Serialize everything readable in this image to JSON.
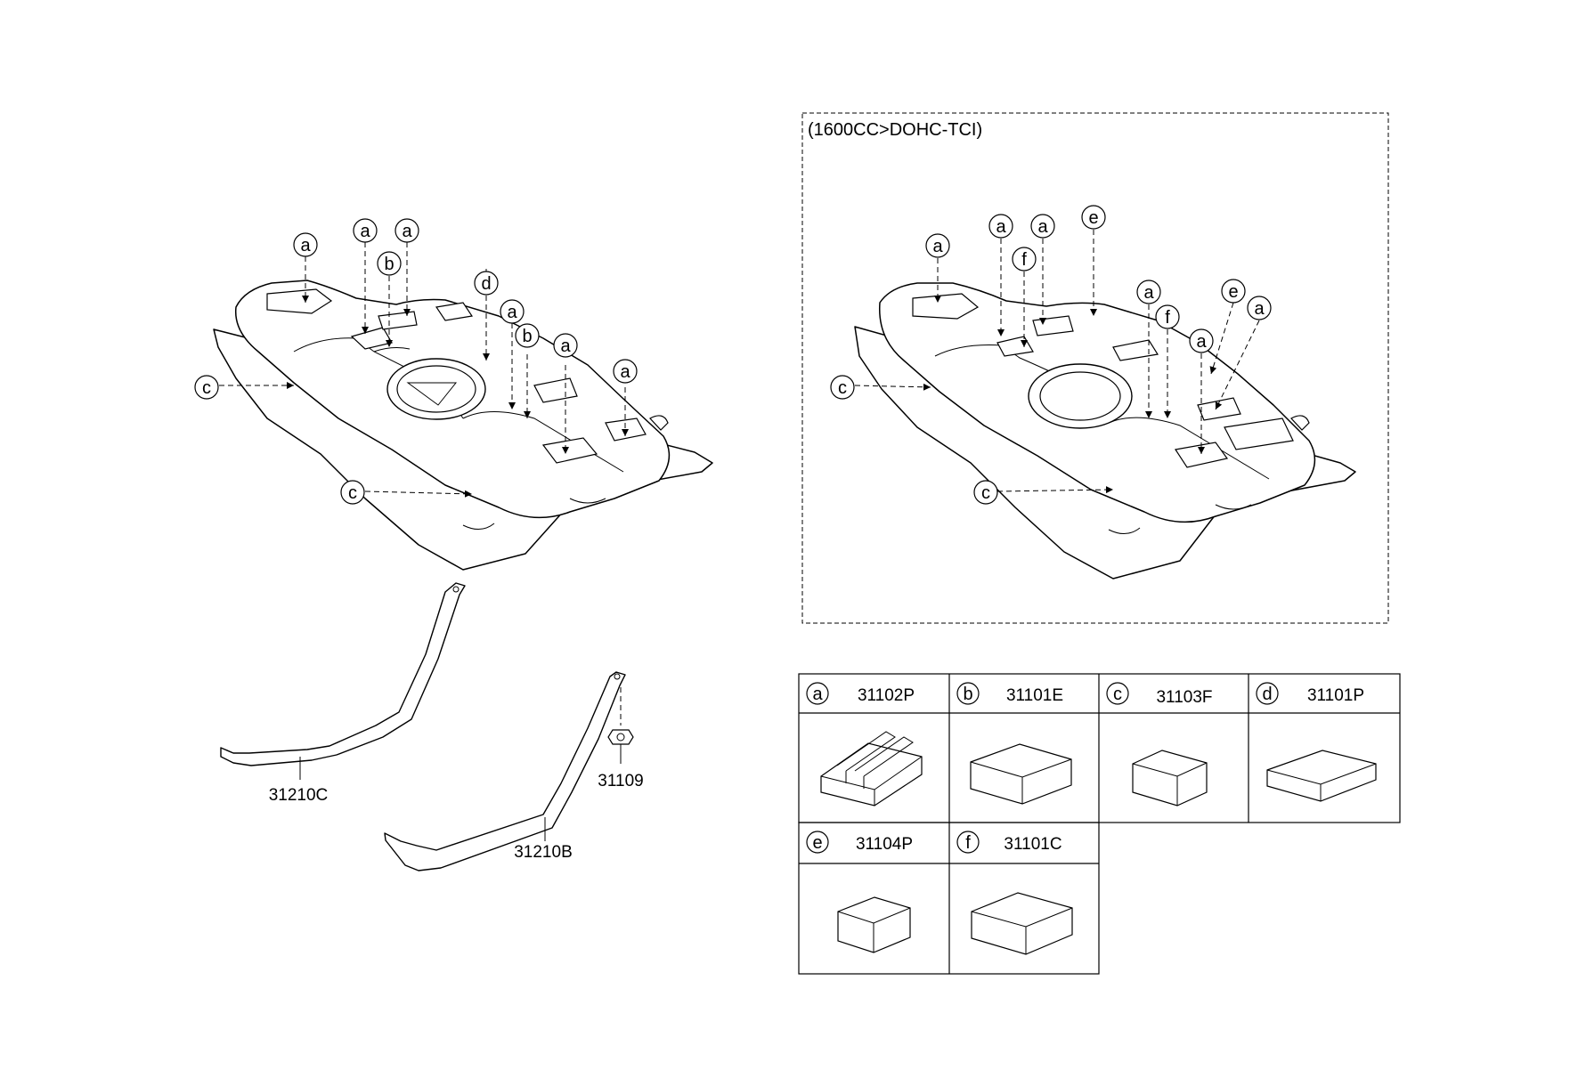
{
  "variant_label": "(1600CC>DOHC-TCI)",
  "callouts": {
    "a": "a",
    "b": "b",
    "c": "c",
    "d": "d",
    "e": "e",
    "f": "f"
  },
  "parts": {
    "strap_front": "31210C",
    "strap_rear": "31210B",
    "nut": "31109"
  },
  "legend": [
    {
      "letter": "a",
      "part": "31102P"
    },
    {
      "letter": "b",
      "part": "31101E"
    },
    {
      "letter": "c",
      "part": "31103F"
    },
    {
      "letter": "d",
      "part": "31101P"
    },
    {
      "letter": "e",
      "part": "31104P"
    },
    {
      "letter": "f",
      "part": "31101C"
    }
  ]
}
